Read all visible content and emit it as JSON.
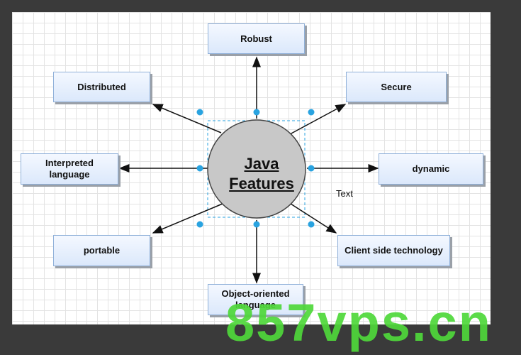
{
  "diagram": {
    "center": {
      "line1": "Java",
      "line2": "Features"
    },
    "nodes": {
      "robust": "Robust",
      "distributed": "Distributed",
      "secure": "Secure",
      "interpreted": "Interpreted language",
      "dynamic": "dynamic",
      "portable": "portable",
      "client_side": "Client side technology",
      "object_oriented": "Object-oriented language"
    },
    "free_text": "Text"
  },
  "watermark": "857vps.cn"
}
